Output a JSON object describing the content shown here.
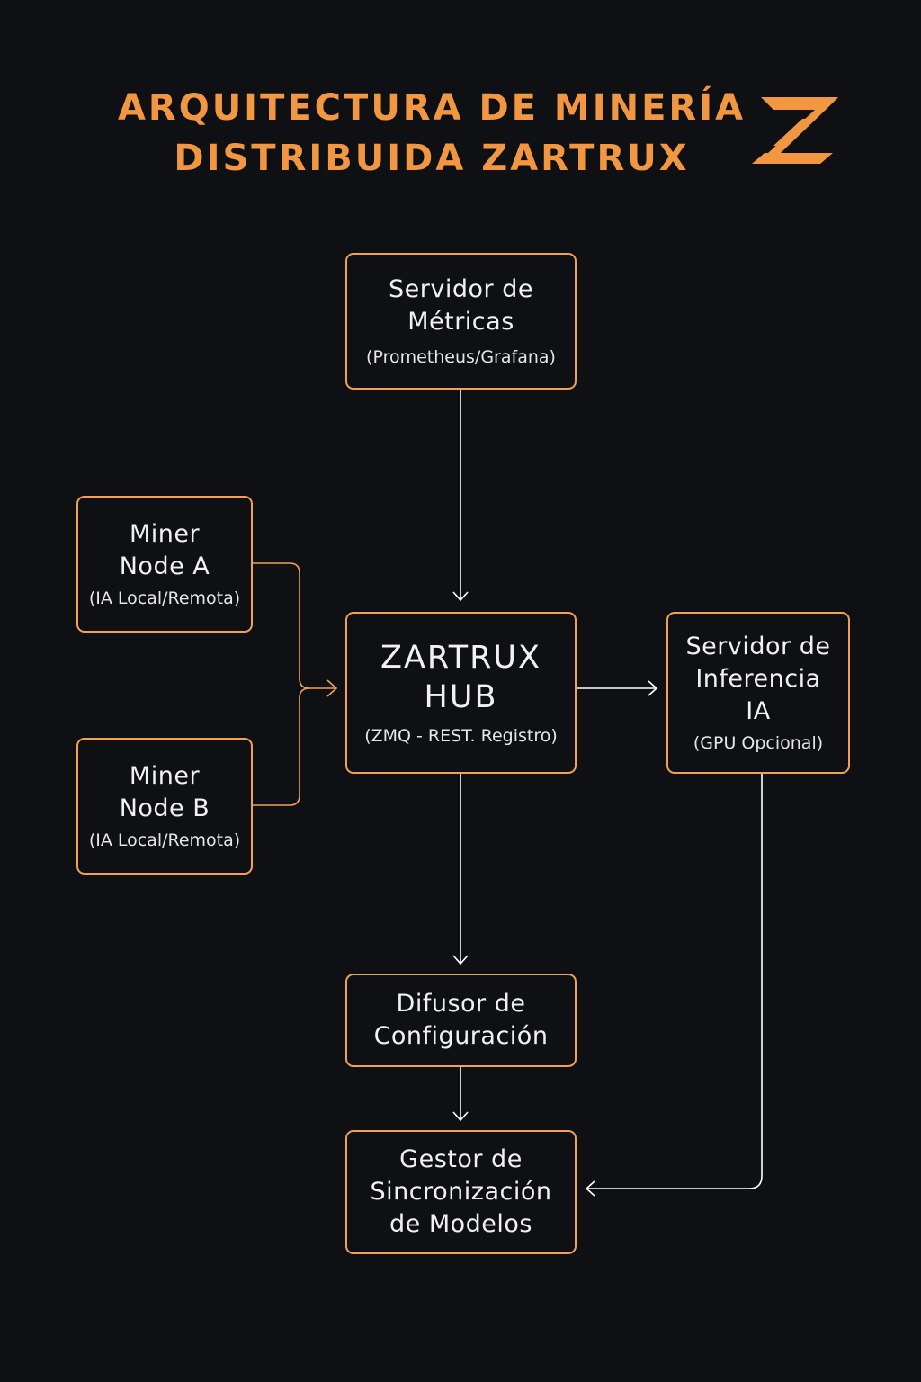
{
  "title": {
    "line1": "ARQUITECTURA DE MINERÍA",
    "line2": "DISTRIBUIDA ZARTRUX"
  },
  "logo": {
    "icon": "zartrux-z-logo",
    "color": "#f29741"
  },
  "colors": {
    "background": "#0f1013",
    "accent": "#f29741",
    "box_border": "#f3a052",
    "text": "#f1f1f1",
    "connector": "#ffffff"
  },
  "nodes": {
    "metrics": {
      "label": "Servidor de\nMétricas",
      "sub": "(Prometheus/Grafana)"
    },
    "minerA": {
      "label": "Miner\nNode A",
      "sub": "(IA Local/Remota)"
    },
    "minerB": {
      "label": "Miner\nNode B",
      "sub": "(IA Local/Remota)"
    },
    "hub": {
      "label": "ZARTRUX\nHUB",
      "sub": "(ZMQ - REST. Registro)"
    },
    "inference": {
      "label": "Servidor de\nInferencia\nIA",
      "sub": "(GPU Opcional)"
    },
    "diffuser": {
      "label": "Difusor de\nConfiguración"
    },
    "sync": {
      "label": "Gestor de\nSincronización\nde Modelos"
    }
  },
  "edges": [
    {
      "from": "metrics",
      "to": "hub"
    },
    {
      "from": "minerA",
      "to": "hub"
    },
    {
      "from": "minerB",
      "to": "hub"
    },
    {
      "from": "hub",
      "to": "inference"
    },
    {
      "from": "hub",
      "to": "diffuser"
    },
    {
      "from": "diffuser",
      "to": "sync"
    },
    {
      "from": "inference",
      "to": "sync"
    }
  ]
}
